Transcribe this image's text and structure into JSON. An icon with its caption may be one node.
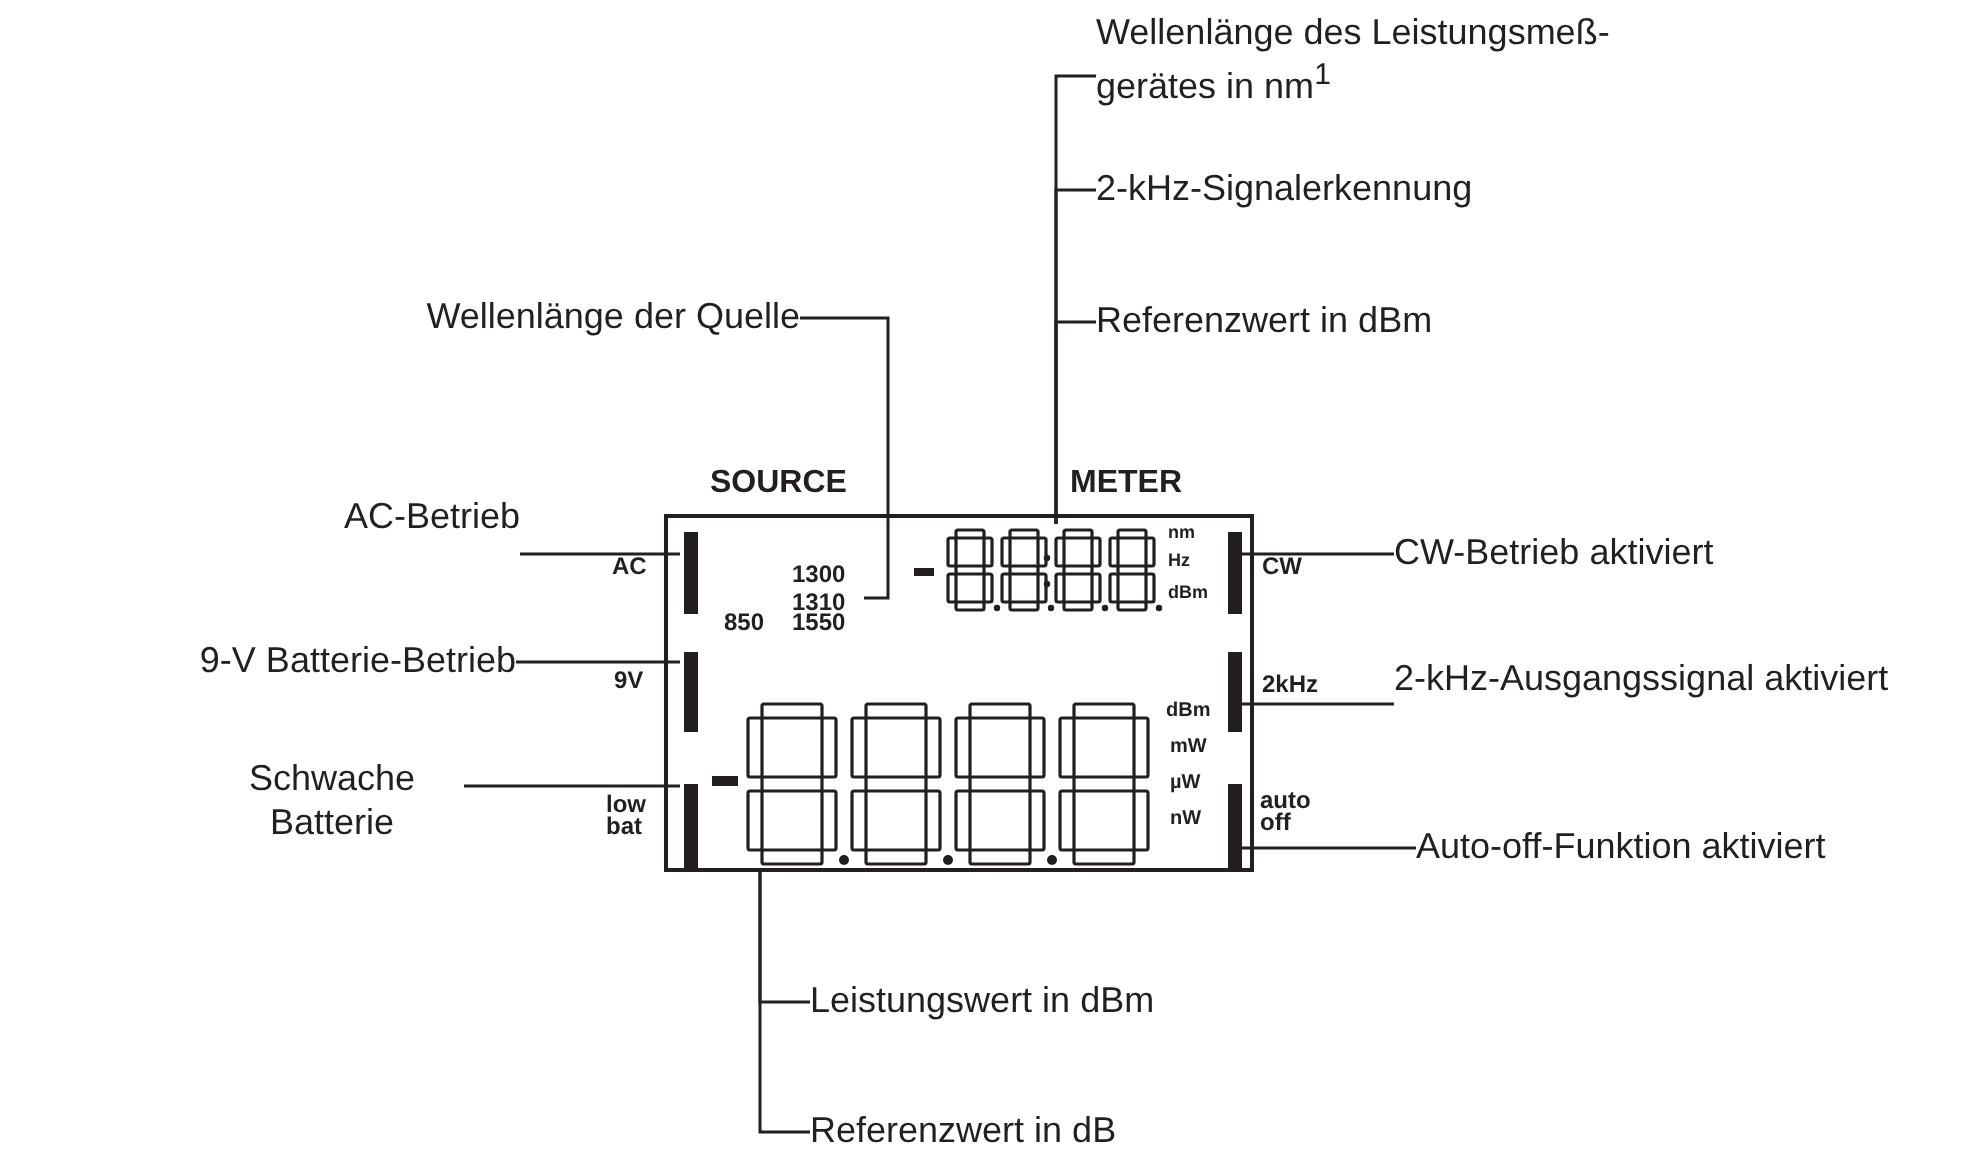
{
  "diagram": {
    "nodes": [
      {
        "text": [
          "Wellenlänge des Leistungsmeß- gerätes in nm$^{1}$"
        ]
      },
      {
        "text": [
          "2-kHz-Signalerkennung"
        ]
      },
      {
        "text": [
          "Referenzwert in dBm"
        ]
      },
      {
        "text": [
          "Wellenlänge der Quelle"
        ]
      },
      {
        "text": [
          "AC-Betrieb"
        ]
      },
      {
        "text": [
          "9-V Batterie-Betrieb"
        ]
      },
      {
        "text": [
          "Schwache Batterie"
        ]
      },
      {
        "text": [
          "CW-Betrieb aktiviert"
        ]
      },
      {
        "text": [
          "2-kHz-Ausgangssignal aktiviert"
        ]
      },
      {
        "text": [
          "Auto-off-Funktion aktiviert"
        ]
      },
      {
        "text": [
          "Leistungswert in dBm"
        ]
      },
      {
        "text": [
          "Referenzwert in dB"
        ]
      },
      {
        "text": [],
        "shape": "box"
      },
      {
        "text": [],
        "shape": "bar",
        "in": 12
      },
      {
        "text": [],
        "shape": "bar",
        "in": 12
      },
      {
        "text": [],
        "shape": "bar",
        "in": 12
      },
      {
        "text": [],
        "shape": "bar",
        "in": 12
      },
      {
        "text": [],
        "shape": "bar",
        "in": 12
      },
      {
        "text": [],
        "shape": "bar",
        "in": 12
      },
      {
        "text": [],
        "shape": "picture",
        "in": 12
      },
      {
        "text": [
          "1310"
        ],
        "in": 12
      },
      {
        "text": [],
        "shape": "picture",
        "in": 12
      }
    ],
    "edges": [
      {
        "from": 0,
        "to": 19,
        "arrow": "none"
      },
      {
        "from": 1,
        "to": 19,
        "arrow": "none"
      },
      {
        "from": 2,
        "to": 19,
        "arrow": "none"
      },
      {
        "from": 3,
        "to": 20,
        "arrow": "none"
      },
      {
        "from": 4,
        "to": 13,
        "arrow": "none"
      },
      {
        "from": 5,
        "to": 14,
        "arrow": "none"
      },
      {
        "from": 6,
        "to": 15,
        "arrow": "none"
      },
      {
        "from": 7,
        "to": 16,
        "arrow": "none"
      },
      {
        "from": 8,
        "to": 17,
        "arrow": "none"
      },
      {
        "from": 9,
        "to": 18,
        "arrow": "none"
      },
      {
        "from": 10,
        "to": 21,
        "arrow": "none"
      },
      {
        "from": 11,
        "to": 21,
        "arrow": "none"
      }
    ],
    "labels": [
      "SOURCE",
      "METER",
      "AC",
      "1300",
      "nm",
      "Hz",
      "CW",
      "dBm",
      "850",
      "1550",
      "9V",
      "2kHz",
      "dBm",
      "mW",
      "µW",
      "nW",
      "low bat",
      "auto off"
    ]
  }
}
